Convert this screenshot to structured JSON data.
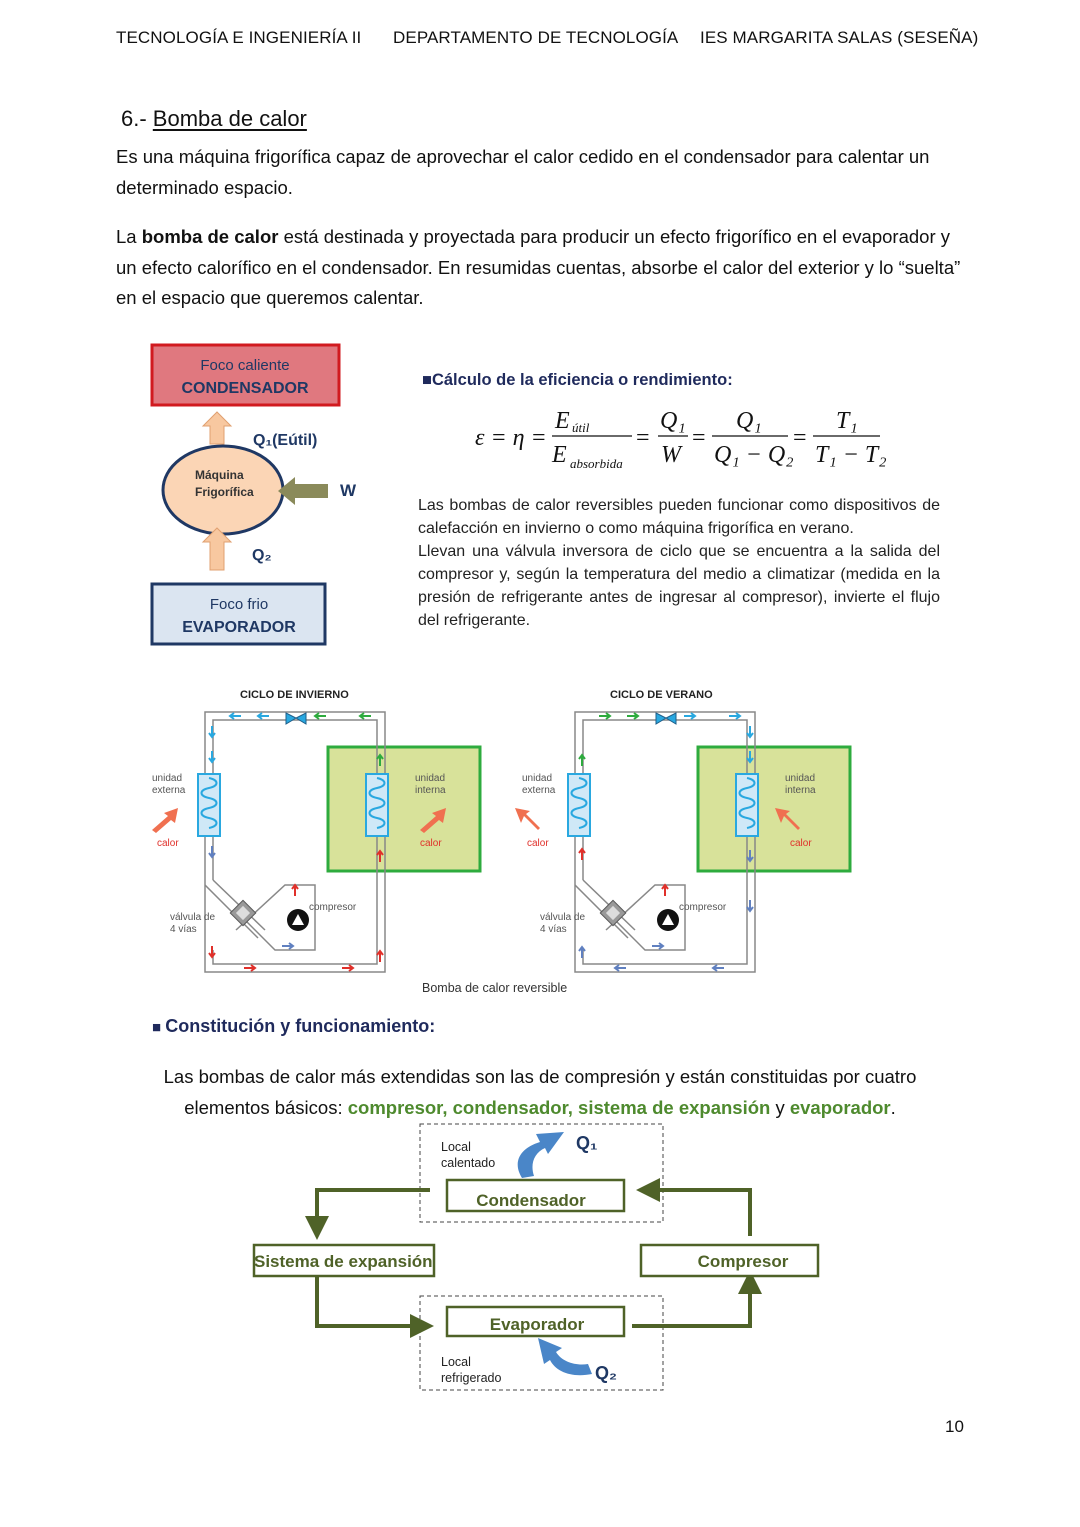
{
  "header": {
    "subject": "TECNOLOGÍA E INGENIERÍA II",
    "department": "DEPARTAMENTO DE TECNOLOGÍA",
    "school": "IES MARGARITA SALAS (SESEÑA)"
  },
  "section": {
    "number": "6.- ",
    "title": "Bomba de calor"
  },
  "intro": "Es una máquina frigorífica capaz de aprovechar el calor cedido en el condensador para calentar un determinado espacio.",
  "para2": {
    "before": "La ",
    "bold": "bomba de calor",
    "after": " está destinada y proyectada para producir un efecto frigorífico en el evaporador y un efecto calorífico en el condensador. En resumidas cuentas, absorbe el calor del exterior y lo “suelta” en el espacio que queremos calentar."
  },
  "machine_diagram": {
    "hot_label": "Foco caliente",
    "hot_name": "CONDENSADOR",
    "q1_label": "Q₁(Eútil)",
    "machine_line1": "Máquina",
    "machine_line2": "Frigorífica",
    "w_label": "W",
    "q2_label": "Q₂",
    "cold_label": "Foco frio",
    "cold_name": "EVAPORADOR",
    "colors": {
      "hot_fill": "#e0787f",
      "hot_border": "#d11a1f",
      "cold_fill": "#dbe5f1",
      "cold_border": "#1f3864",
      "circle_fill": "#fbd5b5",
      "arrow": "#f8c8a0",
      "w_arrow": "#8a8a5a"
    }
  },
  "efficiency": {
    "heading": "Cálculo de la eficiencia o rendimiento:",
    "formula": {
      "lhs": "ε = η =",
      "f1_num": "E",
      "f1_num_sub": "útil",
      "f1_den": "E",
      "f1_den_sub": "absorbida",
      "f2_num": "Q₁",
      "f2_den": "W",
      "f3_num": "Q₁",
      "f3_den": "Q₁ − Q₂",
      "f4_num": "T₁",
      "f4_den": "T₁ − T₂",
      "eq": "="
    },
    "text1": "Las bombas de calor reversibles pueden funcionar como dispositivos de calefacción en invierno o como máquina frigorífica en verano.",
    "text2": "Llevan una válvula inversora de ciclo que se encuentra a la salida del compresor y, según la temperatura del medio a climatizar (medida en la presión de refrigerante antes de ingresar al compresor), invierte el flujo del refrigerante."
  },
  "cycles": {
    "winter_title": "CICLO DE INVIERNO",
    "summer_title": "CICLO DE VERANO",
    "external_unit": "unidad externa",
    "internal_unit": "unidad interna",
    "heat": "calor",
    "compressor": "compresor",
    "valve_line1": "válvula de",
    "valve_line2": "4 vías",
    "caption": "Bomba de calor reversible"
  },
  "constitution": {
    "heading": "Constitución y funcionamiento:",
    "text_before": "Las bombas de calor más extendidas son las de compresión y están constituidas por cuatro elementos básicos: ",
    "components": "compresor, condensador, sistema de expansión",
    "and": " y ",
    "last": "evaporador",
    "end": "."
  },
  "flow_diagram": {
    "condenser": "Condensador",
    "expansion": "Sistema de expansión",
    "compressor": "Compresor",
    "evaporator": "Evaporador",
    "heated_line1": "Local",
    "heated_line2": "calentado",
    "cooled_line1": "Local",
    "cooled_line2": "refrigerado",
    "q1": "Q₁",
    "q2": "Q₂",
    "colors": {
      "line": "#4f6228",
      "text": "#4f6228",
      "q": "#1f3864",
      "arrow": "#4a86c8"
    }
  },
  "page_number": "10"
}
